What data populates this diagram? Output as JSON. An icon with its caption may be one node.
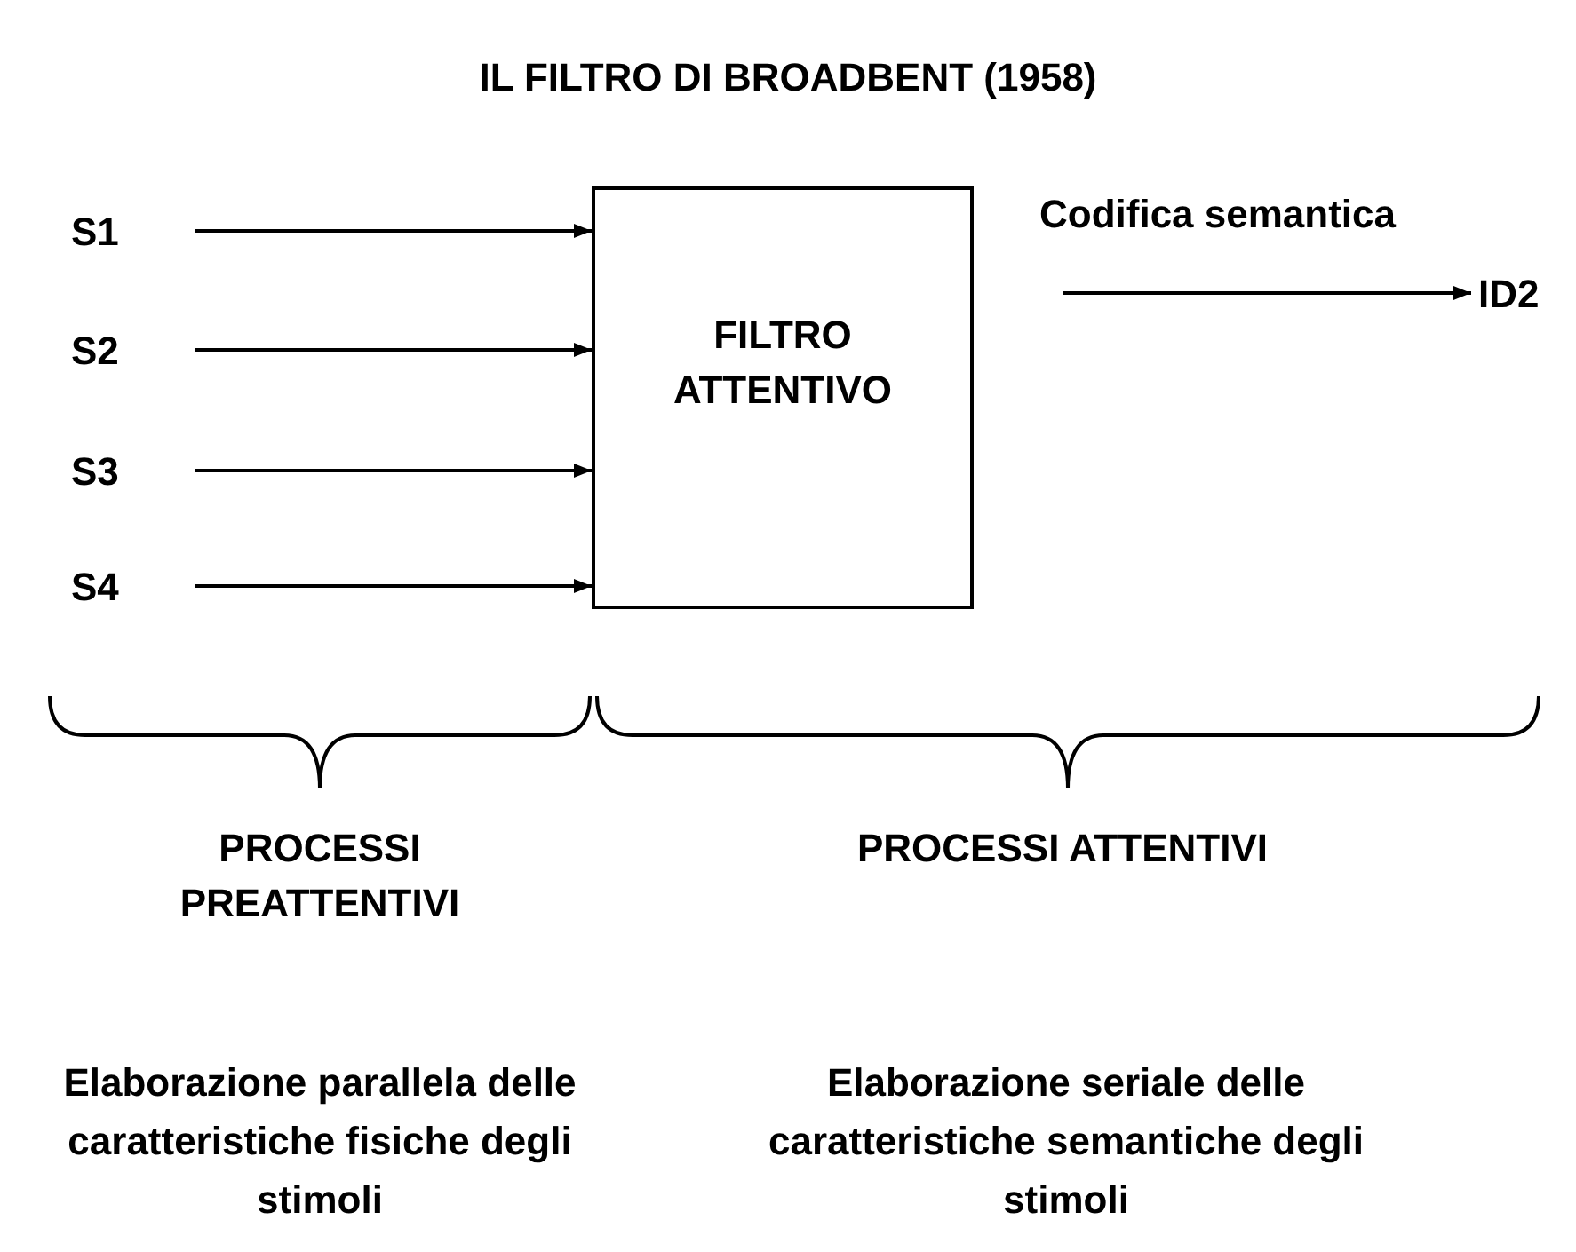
{
  "diagram": {
    "title": "IL FILTRO DI BROADBENT (1958)",
    "nodes": [
      {
        "text": [
          "S1"
        ]
      },
      {
        "text": [
          "S2"
        ]
      },
      {
        "text": [
          "S3"
        ]
      },
      {
        "text": [
          "S4"
        ]
      },
      {
        "text": [
          "FILTRO ATTENTIVO"
        ]
      },
      {
        "text": [
          "ID2"
        ]
      }
    ],
    "edges": [
      {
        "from": 0,
        "to": 4,
        "arrow": "to"
      },
      {
        "from": 1,
        "to": 4,
        "arrow": "to"
      },
      {
        "from": 2,
        "to": 4,
        "arrow": "to"
      },
      {
        "from": 3,
        "to": 4,
        "arrow": "to"
      },
      {
        "from": null,
        "to": 5,
        "arrow": "to",
        "label": "Codifica semantica"
      }
    ],
    "labels": [
      "PROCESSI PREATTENTIVI",
      "PROCESSI ATTENTIVI",
      "Elaborazione parallela delle caratteristiche fisiche degli stimoli",
      "Elaborazione seriale delle caratteristiche semantiche degli stimoli"
    ]
  }
}
